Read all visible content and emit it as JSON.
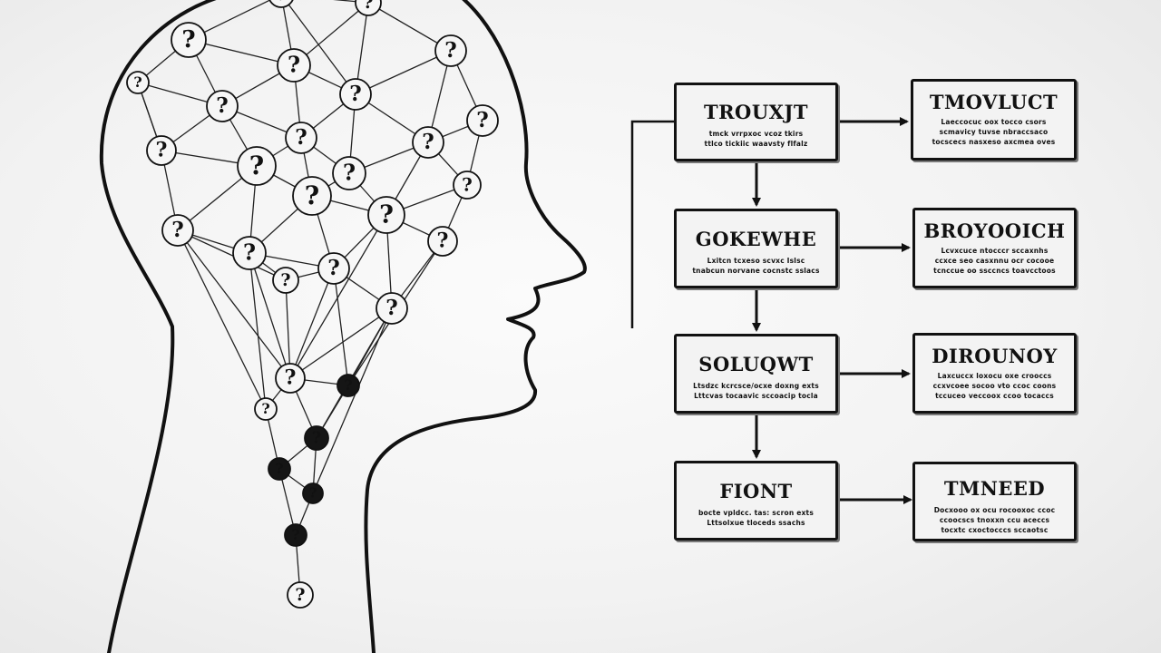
{
  "diagram": {
    "node_glyph": "?",
    "left_column": [
      {
        "title": "TROUXJT",
        "lines": [
          "tmck vrrpxoc vcoz tkirs",
          "ttlco tickiic waavsty flfalz"
        ]
      },
      {
        "title": "GOKEWHE",
        "lines": [
          "Lxitcn tcxeso scvxc Islsc",
          "tnabcun norvane cocnstc sslacs"
        ]
      },
      {
        "title": "SOLUQWT",
        "lines": [
          "Ltsdzc kcrcsce/ocxe doxng exts",
          "Lttcvas tocaavic sccoacip tocla"
        ]
      },
      {
        "title": "FIONT",
        "lines": [
          "bocte vpldcc. tas: scron exts",
          "Lttsolxue tloceds ssachs"
        ]
      }
    ],
    "right_column": [
      {
        "title": "TMOVLUCT",
        "lines": [
          "Laeccocuc oox tocco csors",
          "scmavicy tuvse nbraccsaco",
          "tocscecs nasxeso axcmea oves"
        ]
      },
      {
        "title": "BROYOOICH",
        "lines": [
          "Lcvxcuce ntocccr sccaxnhs",
          "ccxce seo casxnnu ocr cocooe",
          "tcnccue oo ssccncs toavcctoos"
        ]
      },
      {
        "title": "DIROUNOY",
        "lines": [
          "Laxcuccx loxocu oxe crooccs",
          "ccxvcoee socoo vto ccoc coons",
          "tccuceo veccoox ccoo tocaccs"
        ]
      },
      {
        "title": "TMNEED",
        "lines": [
          "Docxooo ox ocu rocooxoc ccoc",
          "ccoocscs tnoxxn ccu aceccs",
          "tocxtc cxoctocccs sccaotsc"
        ]
      }
    ]
  }
}
